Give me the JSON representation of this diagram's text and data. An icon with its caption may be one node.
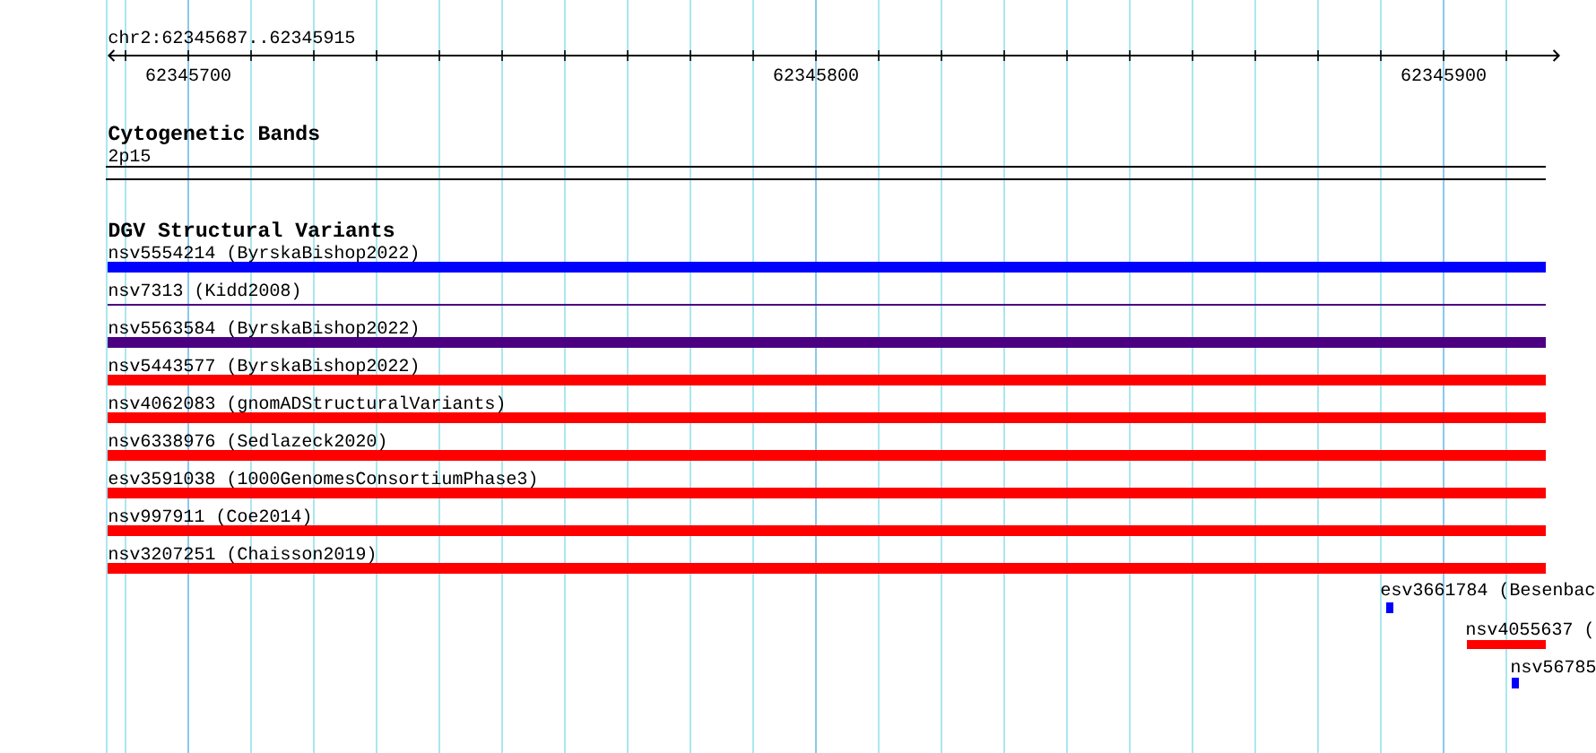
{
  "diagram": {
    "title": "chr2:62345687..62345915",
    "nodes": [
      {
        "text": [
          "2p15"
        ]
      },
      {
        "text": [
          "nsv5554214 (ByrskaBishop2022)"
        ]
      },
      {
        "text": [
          "nsv7313 (Kidd2008)"
        ]
      },
      {
        "text": [
          "nsv5563584 (ByrskaBishop2022)"
        ]
      },
      {
        "text": [
          "nsv5443577 (ByrskaBishop2022)"
        ]
      },
      {
        "text": [
          "nsv4062083 (gnomADStructuralVariants)"
        ]
      },
      {
        "text": [
          "nsv6338976 (Sedlazeck2020)"
        ]
      },
      {
        "text": [
          "esv3591038 (1000GenomesConsortiumPhase3)"
        ]
      },
      {
        "text": [
          "nsv997911 (Coe2014)"
        ]
      },
      {
        "text": [
          "nsv3207251 (Chaisson2019)"
        ]
      },
      {
        "text": [
          "esv3661784 (Besenbac"
        ]
      },
      {
        "text": [
          "nsv4055637 ("
        ]
      },
      {
        "text": [
          "nsv56785"
        ]
      }
    ],
    "labels": [
      "62345700",
      "62345800",
      "62345900",
      "Cytogenetic Bands",
      "DGV Structural Variants"
    ]
  }
}
